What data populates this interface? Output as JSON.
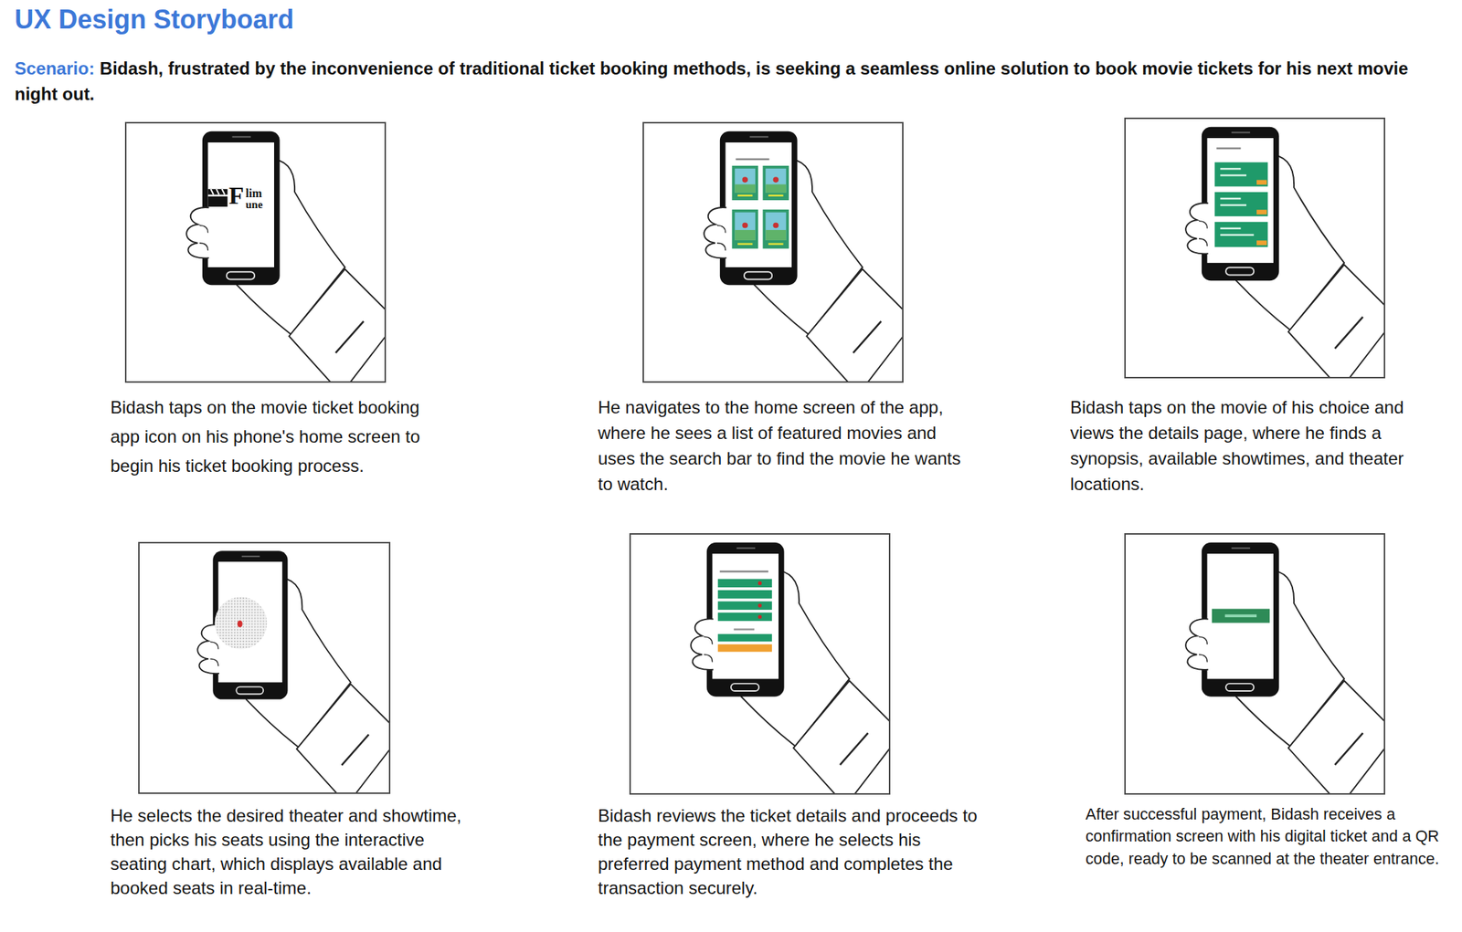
{
  "diagram": {
    "title": "UX Design Storyboard",
    "nodes": [
      {
        "text": [
          "Bidash taps on the movie ticket booking app icon on his phone's home screen to begin his ticket booking process."
        ]
      },
      {
        "text": [
          "He navigates to the home screen of the app, where he sees a list of featured movies and uses the search bar to find the movie he wants to watch."
        ]
      },
      {
        "text": [
          "Bidash taps on the movie of his choice and views the details page, where he finds a synopsis, available showtimes, and theater locations."
        ]
      },
      {
        "text": [
          "He selects the desired theater and showtime, then picks his seats using the interactive seating chart, which displays available and booked seats in real-time."
        ]
      },
      {
        "text": [
          "Bidash reviews the ticket details and proceeds to the payment screen, where he selects his preferred payment method and completes the transaction securely."
        ]
      },
      {
        "text": [
          "After successful payment, Bidash receives a confirmation screen with his digital ticket and a QR code, ready to be scanned at the theater entrance."
        ]
      }
    ],
    "labels": [
      "Scenario:",
      "Bidash, frustrated by the inconvenience of traditional ticket booking methods, is seeking a seamless online solution to book movie tickets for his next movie night out.",
      "F",
      "lim",
      "une"
    ]
  }
}
